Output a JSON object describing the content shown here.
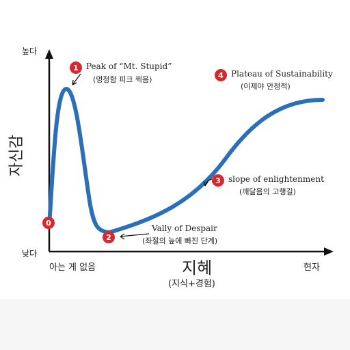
{
  "axes": {
    "y_title": "자신감",
    "y_high": "높다",
    "y_low": "낮다",
    "x_title": "지혜",
    "x_subtitle": "(지식+경험)",
    "x_start": "아는 게 없음",
    "x_end": "현자"
  },
  "stages": [
    {
      "num": "0",
      "title": "",
      "subtitle": ""
    },
    {
      "num": "1",
      "title": "Peak of “Mt. Stupid”",
      "subtitle": "(멍청함 피크 찍음)"
    },
    {
      "num": "2",
      "title": "Vally of Despair",
      "subtitle": "(좌절의 늪에 빠진 단계)"
    },
    {
      "num": "3",
      "title": "slope of enlightenment",
      "subtitle": "(깨달음의 고행길)"
    },
    {
      "num": "4",
      "title": "Plateau of Sustainability",
      "subtitle": "(이제야 안정적)"
    }
  ],
  "colors": {
    "curve": "#2a6fb8",
    "badge": "#d9272e",
    "axis": "#111111"
  }
}
